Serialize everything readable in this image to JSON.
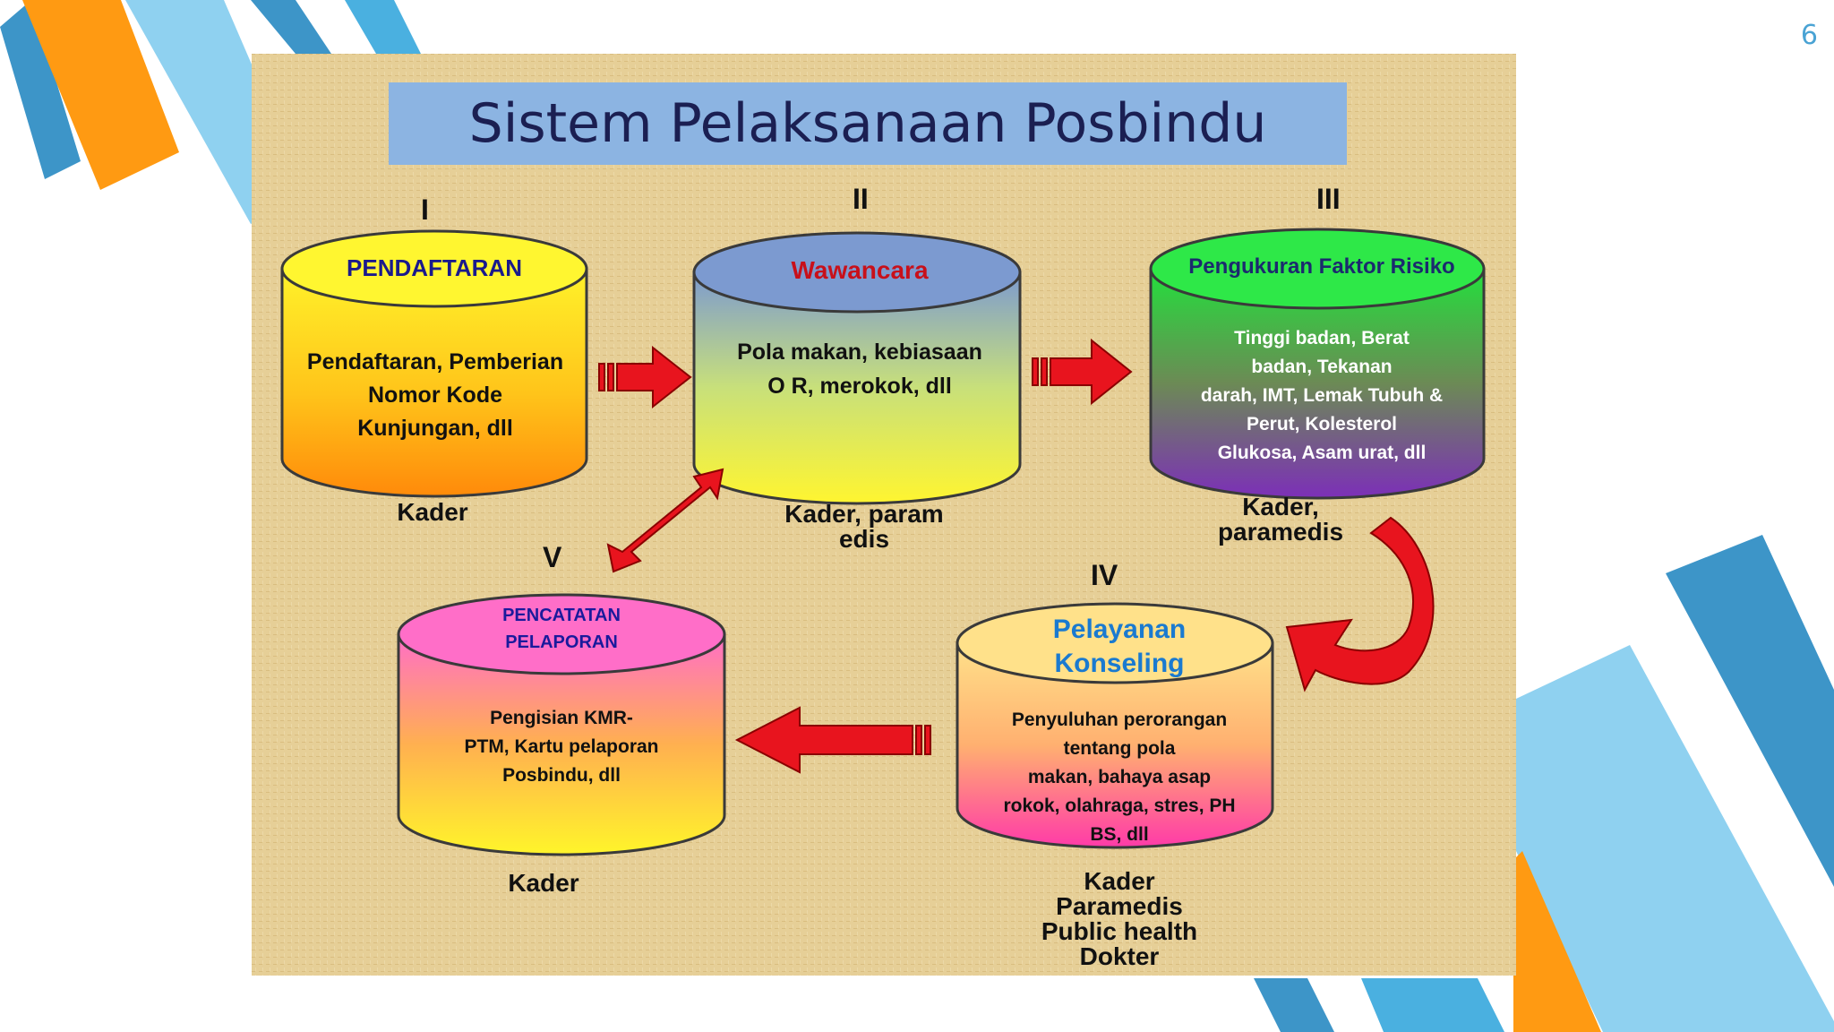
{
  "slide_number": "6",
  "title": "Sistem Pelaksanaan Posbindu",
  "colors": {
    "deco_blue_dark": "#3d95c8",
    "deco_blue_light": "#8fd1f0",
    "deco_orange": "#ff9a12",
    "panel_bg": "#e6cf97",
    "title_bg": "#8cb4e2",
    "arrow_red": "#e8141e"
  },
  "stages": [
    {
      "roman": "I",
      "heading": "Pendaftaran",
      "body": [
        "Pendaftaran, Pemberian",
        "Nomor Kode",
        "Kunjungan, dll"
      ],
      "actor": [
        "Kader"
      ]
    },
    {
      "roman": "II",
      "heading": "Wawancara",
      "body": [
        "Pola makan, kebiasaan",
        "O R, merokok, dll"
      ],
      "actor": [
        "Kader, param",
        "edis"
      ]
    },
    {
      "roman": "III",
      "heading": "Pengukuran Faktor Risiko",
      "body": [
        "Tinggi badan, Berat",
        "badan, Tekanan",
        "darah,  IMT, Lemak Tubuh &",
        "Perut, Kolesterol",
        "Glukosa, Asam urat, dll"
      ],
      "actor": [
        "Kader,",
        "paramedis"
      ]
    },
    {
      "roman": "IV",
      "heading": [
        "Pelayanan",
        "Konseling"
      ],
      "body": [
        "Penyuluhan perorangan",
        "tentang pola",
        "makan, bahaya asap",
        "rokok, olahraga, stres, PH",
        "BS, dll"
      ],
      "actor": [
        "Kader",
        "Paramedis",
        "Public health",
        "Dokter"
      ]
    },
    {
      "roman": "V",
      "heading": [
        "Pencatatan",
        "Pelaporan"
      ],
      "body": [
        "Pengisian KMR-",
        "PTM, Kartu pelaporan",
        "Posbindu, dll"
      ],
      "actor": [
        "Kader"
      ]
    }
  ]
}
